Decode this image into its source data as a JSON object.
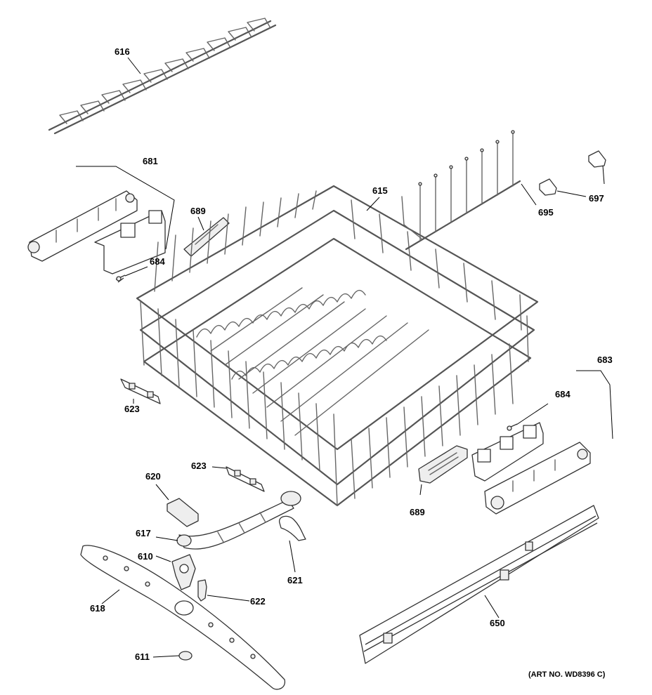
{
  "diagram": {
    "art_number": "(ART NO. WD8396 C)",
    "parts": {
      "p616": "616",
      "p681": "681",
      "p689a": "689",
      "p684a": "684",
      "p615": "615",
      "p695": "695",
      "p697": "697",
      "p683": "683",
      "p684b": "684",
      "p623a": "623",
      "p623b": "623",
      "p620": "620",
      "p617": "617",
      "p610": "610",
      "p621": "621",
      "p689b": "689",
      "p618": "618",
      "p622": "622",
      "p650": "650",
      "p611": "611"
    }
  }
}
